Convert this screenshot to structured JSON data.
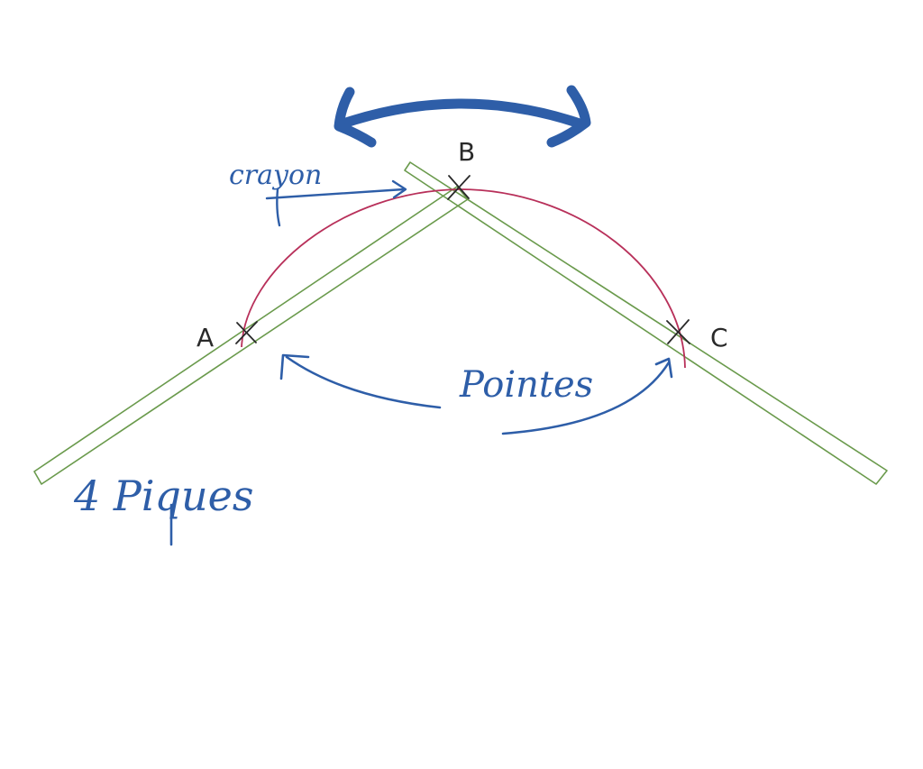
{
  "labels": {
    "point_a": "A",
    "point_b": "B",
    "point_c": "C",
    "crayon": "crayon",
    "pointes": "Pointes",
    "piques": "4 Piques"
  },
  "colors": {
    "ink_blue": "#2e5ea8",
    "stake_green": "#6a9a4c",
    "arc_red": "#b8305a",
    "cross_dark": "#2a2a2a",
    "background": "#ffffff"
  }
}
